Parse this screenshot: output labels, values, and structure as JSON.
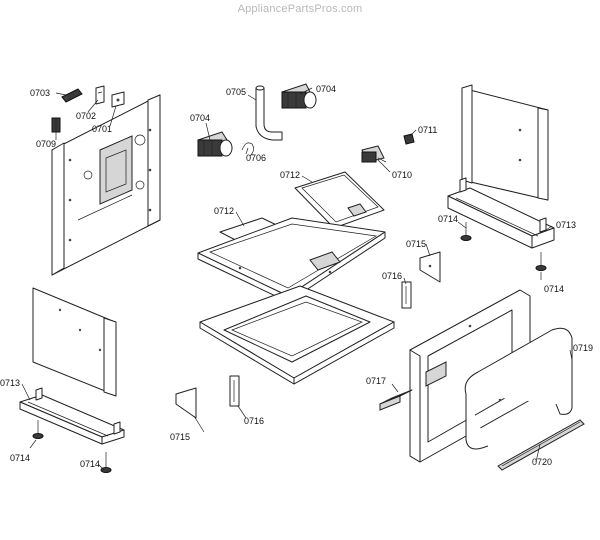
{
  "watermark": "AppliancePartsPros.com",
  "callouts": [
    {
      "id": "c0703",
      "text": "0703"
    },
    {
      "id": "c0709",
      "text": "0709"
    },
    {
      "id": "c0702",
      "text": "0702"
    },
    {
      "id": "c0701",
      "text": "0701"
    },
    {
      "id": "c0704a",
      "text": "0704"
    },
    {
      "id": "c0705",
      "text": "0705"
    },
    {
      "id": "c0704b",
      "text": "0704"
    },
    {
      "id": "c0706",
      "text": "0706"
    },
    {
      "id": "c0711",
      "text": "0711"
    },
    {
      "id": "c0710",
      "text": "0710"
    },
    {
      "id": "c0712a",
      "text": "0712"
    },
    {
      "id": "c0712b",
      "text": "0712"
    },
    {
      "id": "c0714a",
      "text": "0714"
    },
    {
      "id": "c0713a",
      "text": "0713"
    },
    {
      "id": "c0715a",
      "text": "0715"
    },
    {
      "id": "c0714b",
      "text": "0714"
    },
    {
      "id": "c0716a",
      "text": "0716"
    },
    {
      "id": "c0719",
      "text": "0719"
    },
    {
      "id": "c0713b",
      "text": "0713"
    },
    {
      "id": "c0717",
      "text": "0717"
    },
    {
      "id": "c0714c",
      "text": "0714"
    },
    {
      "id": "c0715b",
      "text": "0715"
    },
    {
      "id": "c0716b",
      "text": "0716"
    },
    {
      "id": "c0714d",
      "text": "0714"
    },
    {
      "id": "c0720",
      "text": "0720"
    }
  ]
}
